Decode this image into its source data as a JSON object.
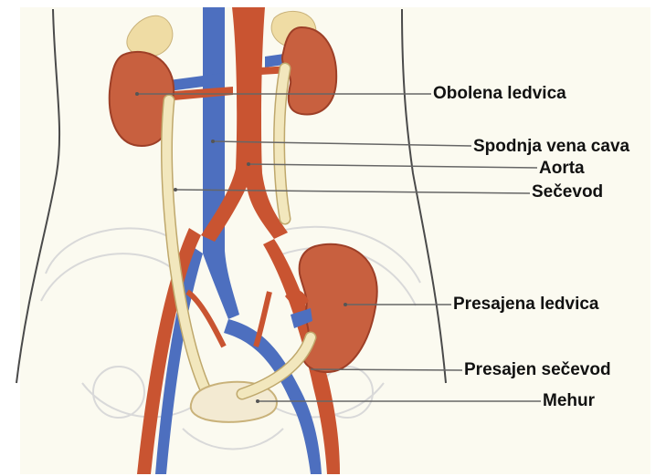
{
  "labels": {
    "obolena_ledvica": "Obolena ledvica",
    "spodnja_vena_cava": "Spodnja vena cava",
    "aorta": "Aorta",
    "secevod": "Sečevod",
    "presajena_ledvica": "Presajena ledvica",
    "presajen_secevod": "Presajen sečevod",
    "mehur": "Mehur"
  },
  "colors": {
    "background": "#fbfaf0",
    "body_outline": "#4a4a4a",
    "kidney": "#c8603f",
    "kidney_dark": "#9d3f27",
    "adrenal": "#efdca4",
    "vein": "#4d6fbf",
    "artery": "#c95431",
    "ureter": "#f2e7bd",
    "bladder": "#f3ead2",
    "pelvis_bone": "#d9d9d9",
    "leader_line": "#666666"
  }
}
